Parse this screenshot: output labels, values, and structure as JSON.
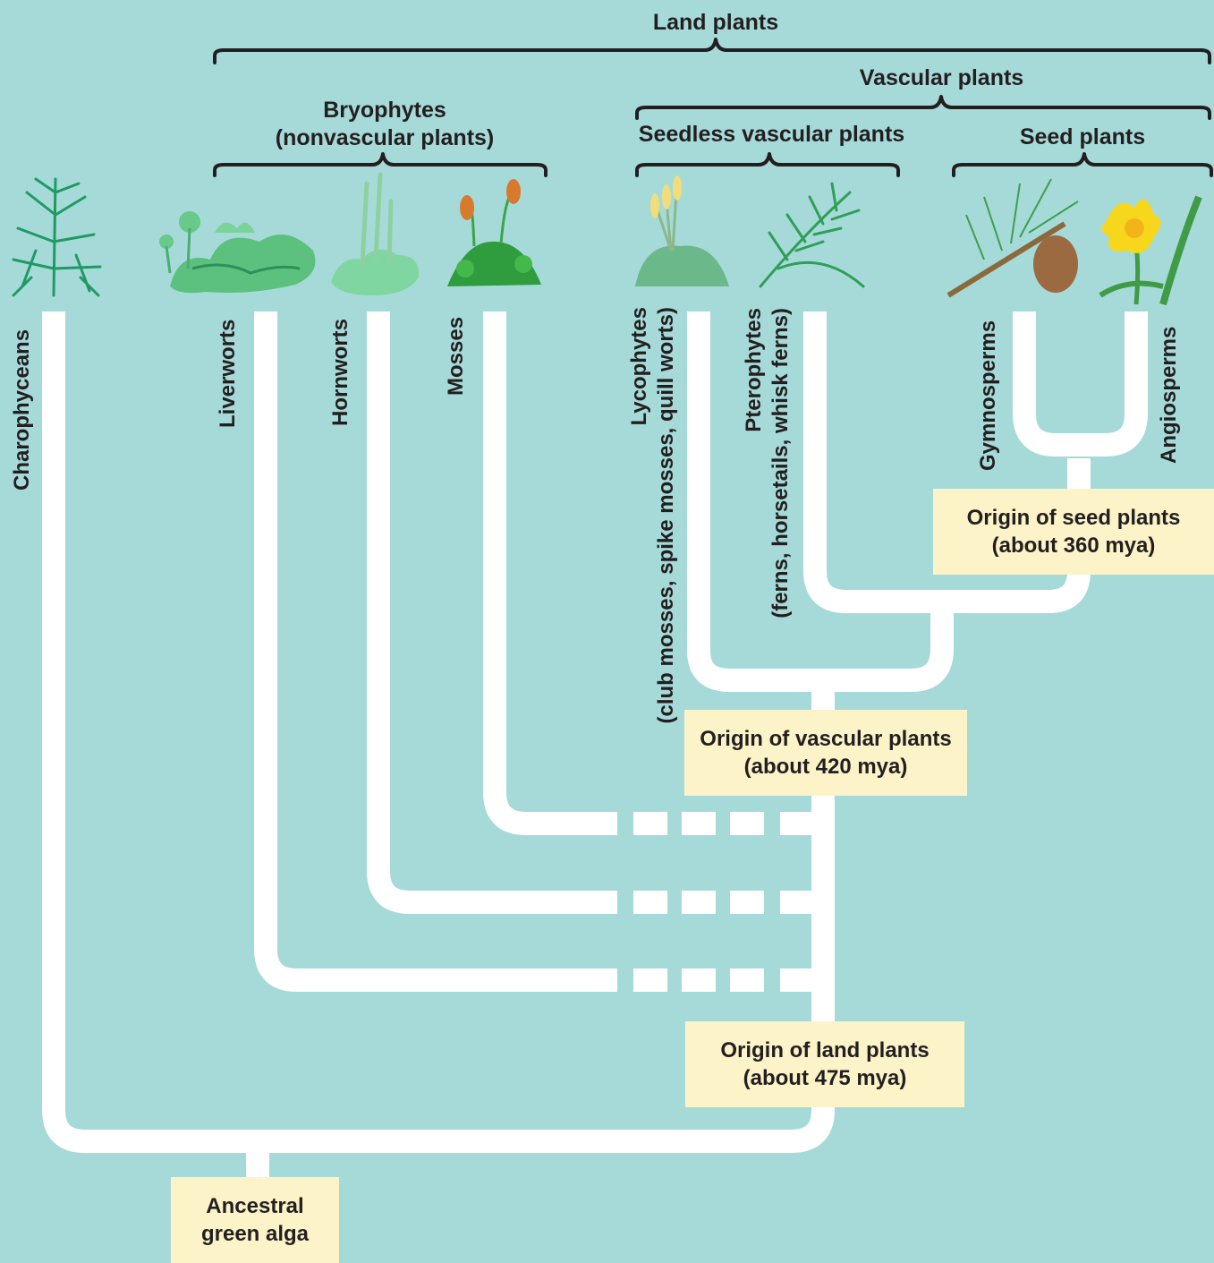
{
  "groups": {
    "land_plants": "Land plants",
    "vascular_plants": "Vascular plants",
    "bryophytes": "Bryophytes",
    "bryophytes_sub": "(nonvascular plants)",
    "seedless_vascular": "Seedless vascular plants",
    "seed_plants": "Seed plants"
  },
  "taxa": {
    "charophyceans": "Charophyceans",
    "liverworts": "Liverworts",
    "hornworts": "Hornworts",
    "mosses": "Mosses",
    "lycophytes": "Lycophytes",
    "lycophytes_sub": "(club mosses, spike mosses, quill worts)",
    "pterophytes": "Pterophytes",
    "pterophytes_sub": "(ferns, horsetails, whisk ferns)",
    "gymnosperms": "Gymnosperms",
    "angiosperms": "Angiosperms"
  },
  "events": {
    "seed_origin_line1": "Origin of seed plants",
    "seed_origin_line2": "(about 360 mya)",
    "vascular_origin_line1": "Origin of vascular plants",
    "vascular_origin_line2": "(about 420 mya)",
    "land_origin_line1": "Origin of land plants",
    "land_origin_line2": "(about 475 mya)",
    "ancestor_line1": "Ancestral",
    "ancestor_line2": "green alga"
  },
  "colors": {
    "background": "#a6dad9",
    "branch": "#ffffff",
    "event_box": "#fcf3c8",
    "bracket": "#231f20",
    "plant_green": "#2fa36b",
    "flower_yellow": "#f6d71c"
  }
}
